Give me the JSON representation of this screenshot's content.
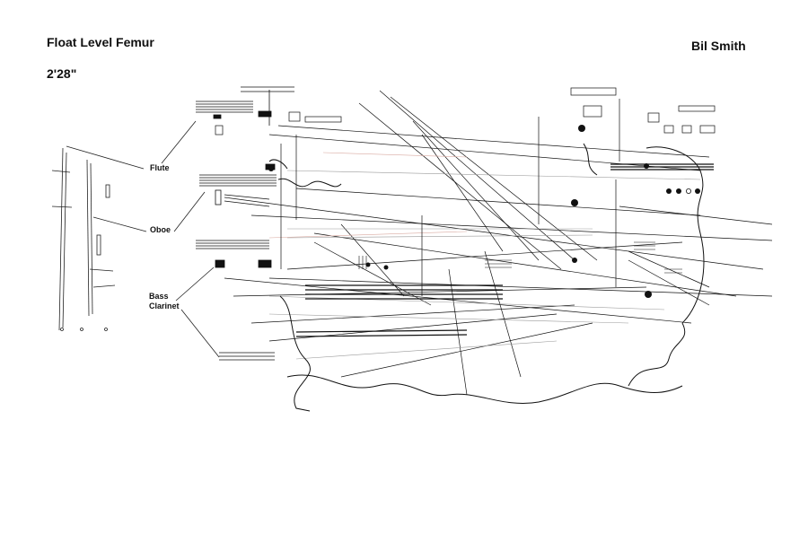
{
  "header": {
    "title": "Float Level Femur",
    "composer": "Bil Smith",
    "duration": "2'28\""
  },
  "instruments": {
    "flute": "Flute",
    "oboe": "Oboe",
    "bass_line1": "Bass",
    "bass_line2": "Clarinet"
  },
  "colors": {
    "ink": "#111111",
    "light_ink": "#9a9a9a",
    "accent_faint": "#d9a9a0"
  }
}
